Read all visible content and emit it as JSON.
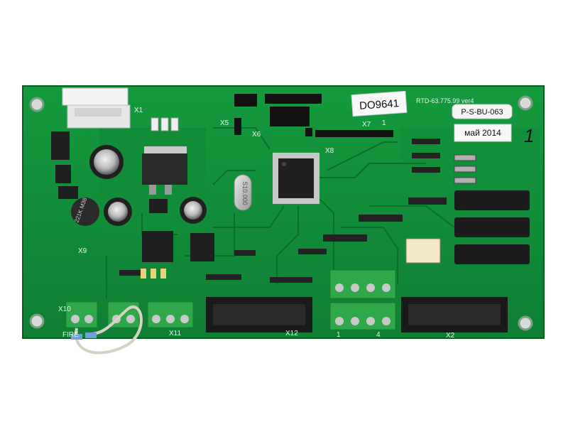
{
  "board": {
    "model_text": "RTD-63.775.99 ver4",
    "serial_label": "DO9641",
    "part_label": "P-S-BU-063",
    "date_label": "май 2014",
    "handwritten_mark": "1",
    "colors": {
      "pcb": "#118a36",
      "pcb_dark": "#0b6b28",
      "silkscreen": "#e8f5e8",
      "terminal_green": "#2fa84a",
      "connector_black": "#1a1a1a",
      "relay_black": "#1c1c1c"
    }
  },
  "components": {
    "connectors": [
      "X1",
      "X5",
      "X6",
      "X7",
      "X8",
      "X9",
      "X10",
      "X11",
      "X12",
      "X2"
    ],
    "pin1_mark": "1",
    "fire_label": "FIRE",
    "crystal_text": "S10.000",
    "inductor_text": "221K M38",
    "terminal_pin_labels": [
      "1",
      "4"
    ]
  }
}
